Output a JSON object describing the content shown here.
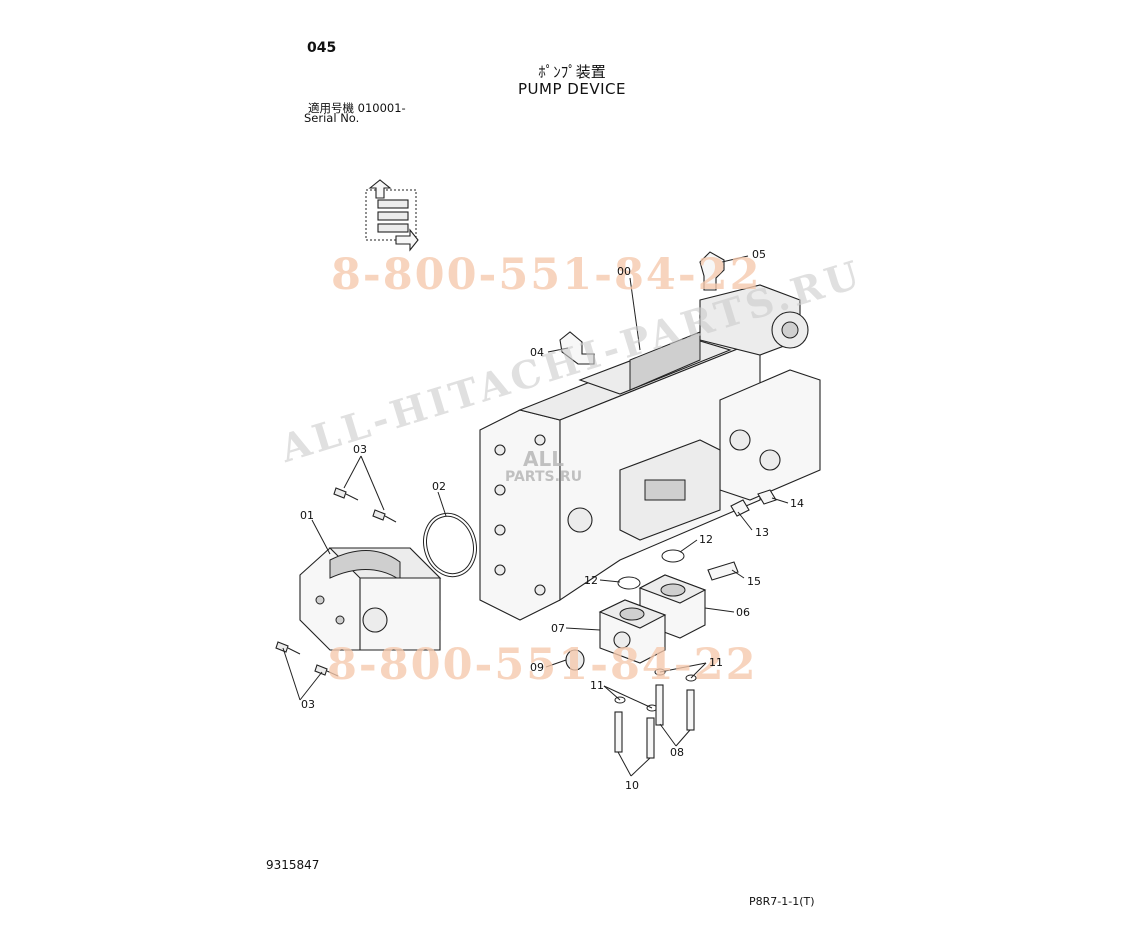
{
  "header": {
    "page_number": "045",
    "title_jp": "ﾎﾟﾝﾌﾟ装置",
    "title_en": "PUMP DEVICE",
    "serial_label_jp": "適用号機  010001-",
    "serial_label_en": "Serial No."
  },
  "footer": {
    "drawing_number": "9315847",
    "sheet_ref": "P8R7-1-1(T)"
  },
  "watermarks": {
    "phone": "8-800-551-84-22",
    "site": "ALL-HITACHI-PARTS.RU",
    "logo_top": "ALL",
    "logo_bottom": "PARTS.RU"
  },
  "callouts": [
    {
      "id": "c00",
      "label": "00"
    },
    {
      "id": "c01",
      "label": "01"
    },
    {
      "id": "c02",
      "label": "02"
    },
    {
      "id": "c03a",
      "label": "03"
    },
    {
      "id": "c03b",
      "label": "03"
    },
    {
      "id": "c04",
      "label": "04"
    },
    {
      "id": "c05",
      "label": "05"
    },
    {
      "id": "c06",
      "label": "06"
    },
    {
      "id": "c07",
      "label": "07"
    },
    {
      "id": "c08",
      "label": "08"
    },
    {
      "id": "c09",
      "label": "09"
    },
    {
      "id": "c10",
      "label": "10"
    },
    {
      "id": "c11a",
      "label": "11"
    },
    {
      "id": "c11b",
      "label": "11"
    },
    {
      "id": "c12a",
      "label": "12"
    },
    {
      "id": "c12b",
      "label": "12"
    },
    {
      "id": "c13",
      "label": "13"
    },
    {
      "id": "c14",
      "label": "14"
    },
    {
      "id": "c15",
      "label": "15"
    }
  ]
}
